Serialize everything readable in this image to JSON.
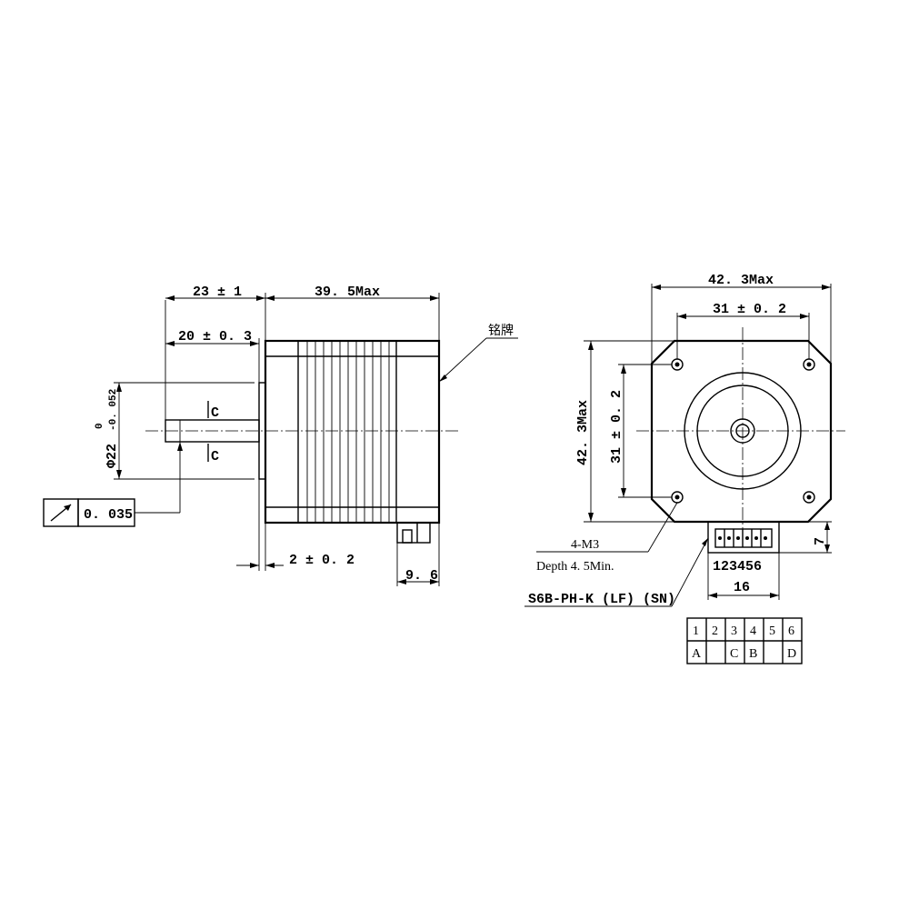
{
  "side_view": {
    "dim_shaft_length": "23 ± 1",
    "dim_body_length": "39. 5Max",
    "dim_flat_length": "20 ± 0. 3",
    "dim_shaft_dia": "Φ22",
    "dim_shaft_tol_upper": "0",
    "dim_shaft_tol_lower": "-0. 052",
    "flat_label": "C",
    "runout_value": "0. 035",
    "dim_boss": "2 ± 0. 2",
    "dim_connector": "9. 6",
    "nameplate_label": "铭牌"
  },
  "front_view": {
    "dim_width": "42. 3Max",
    "dim_hole_spacing_h": "31 ± 0. 2",
    "dim_height": "42. 3Max",
    "dim_hole_spacing_v": "31 ± 0. 2",
    "dim_connector_height": "7",
    "hole_label": "4-M3",
    "depth_label": "Depth 4. 5Min.",
    "pin_numbers": "123456",
    "dim_connector_width": "16",
    "connector_part": "S6B-PH-K (LF) (SN)"
  },
  "pin_table": {
    "pins": [
      "1",
      "2",
      "3",
      "4",
      "5",
      "6"
    ],
    "phases": [
      "A",
      "",
      "C",
      "B",
      "",
      "D"
    ]
  }
}
